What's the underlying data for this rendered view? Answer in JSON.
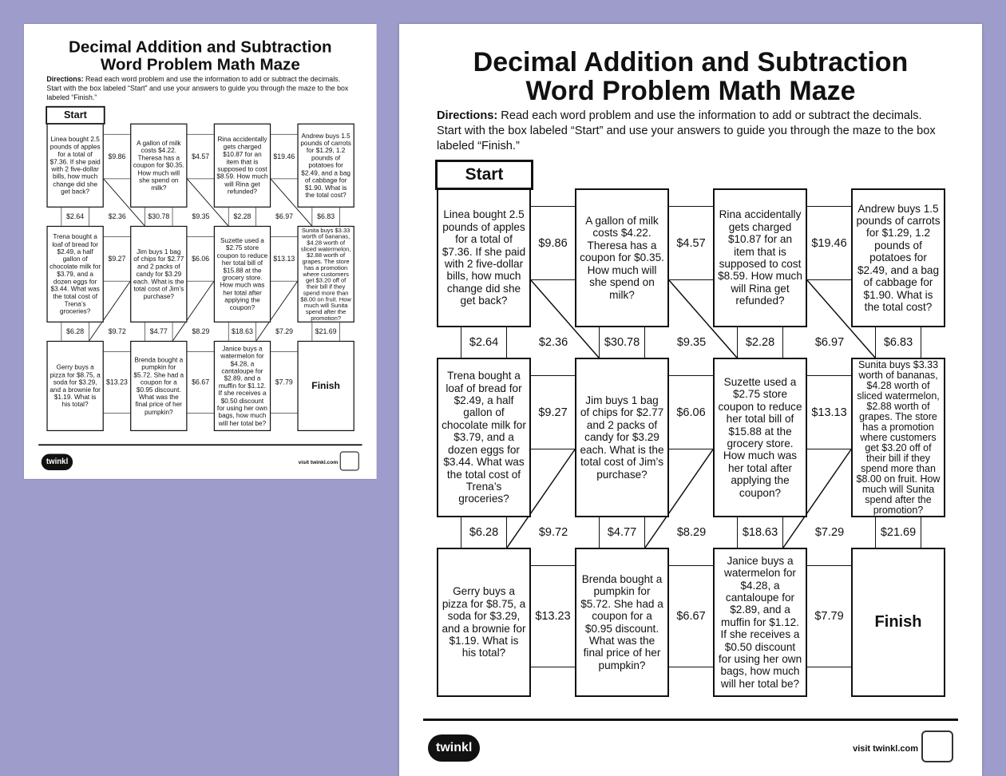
{
  "worksheet": {
    "title_line1": "Decimal Addition and Subtraction",
    "title_line2": "Word Problem Math Maze",
    "directions_label": "Directions:",
    "directions_text": " Read each word problem and use the information to add or subtract the decimals. Start with the box labeled “Start” and use your answers to guide you through the maze to the box labeled “Finish.”",
    "start_label": "Start",
    "finish_label": "Finish",
    "rows": [
      {
        "boxes": [
          "Linea bought 2.5 pounds of apples for a total of $7.36. If she paid with 2 five-dollar bills, how much change did she get back?",
          "A gallon of milk costs $4.22. Theresa has a coupon for $0.35. How much will she spend on milk?",
          "Rina accidentally gets charged $10.87 for an item that is supposed to cost $8.59. How much will Rina get refunded?",
          "Andrew buys 1.5 pounds of carrots for $1.29, 1.2 pounds of potatoes for $2.49, and a bag of cabbage for $1.90. What is the total cost?"
        ],
        "horizontal_answers": [
          "$9.86",
          "$4.57",
          "$19.46"
        ],
        "vertical_answers": [
          "$2.64",
          "$2.36",
          "$30.78",
          "$9.35",
          "$2.28",
          "$6.97",
          "$6.83"
        ]
      },
      {
        "boxes": [
          "Trena bought a loaf of bread for $2.49, a half gallon of chocolate milk for $3.79, and a dozen eggs for $3.44. What was the total cost of Trena’s groceries?",
          "Jim buys 1 bag of chips for $2.77 and 2 packs of candy for $3.29 each. What is the total cost of Jim’s purchase?",
          "Suzette used a $2.75 store coupon to reduce her total bill of $15.88 at the grocery store. How much was her total after applying the coupon?",
          "Sunita buys $3.33 worth of bananas, $4.28 worth of sliced watermelon, $2.88 worth of grapes. The store has a promotion where customers get $3.20 off of their bill if they spend more than $8.00 on fruit. How much will Sunita spend after the promotion?"
        ],
        "horizontal_answers": [
          "$9.27",
          "$6.06",
          "$13.13"
        ],
        "vertical_answers": [
          "$6.28",
          "$9.72",
          "$4.77",
          "$8.29",
          "$18.63",
          "$7.29",
          "$21.69"
        ]
      },
      {
        "boxes": [
          "Gerry buys a pizza for $8.75, a soda for $3.29, and a brownie for $1.19. What is his total?",
          "Brenda bought a pumpkin for $5.72. She had a coupon for a $0.95 discount. What was the final price of her pumpkin?",
          "Janice buys a watermelon for $4.28, a cantaloupe for $2.89, and a muffin for $1.12. If she receives a $0.50 discount for using her own bags, how much will her total be?",
          "Finish"
        ],
        "horizontal_answers": [
          "$13.23",
          "$6.67",
          "$7.79"
        ]
      }
    ],
    "footer": {
      "logo_text": "twinkl",
      "visit_text": "visit twinkl.com"
    }
  },
  "colors": {
    "background": "#9d9ccb",
    "paper": "#ffffff",
    "ink": "#111111"
  }
}
